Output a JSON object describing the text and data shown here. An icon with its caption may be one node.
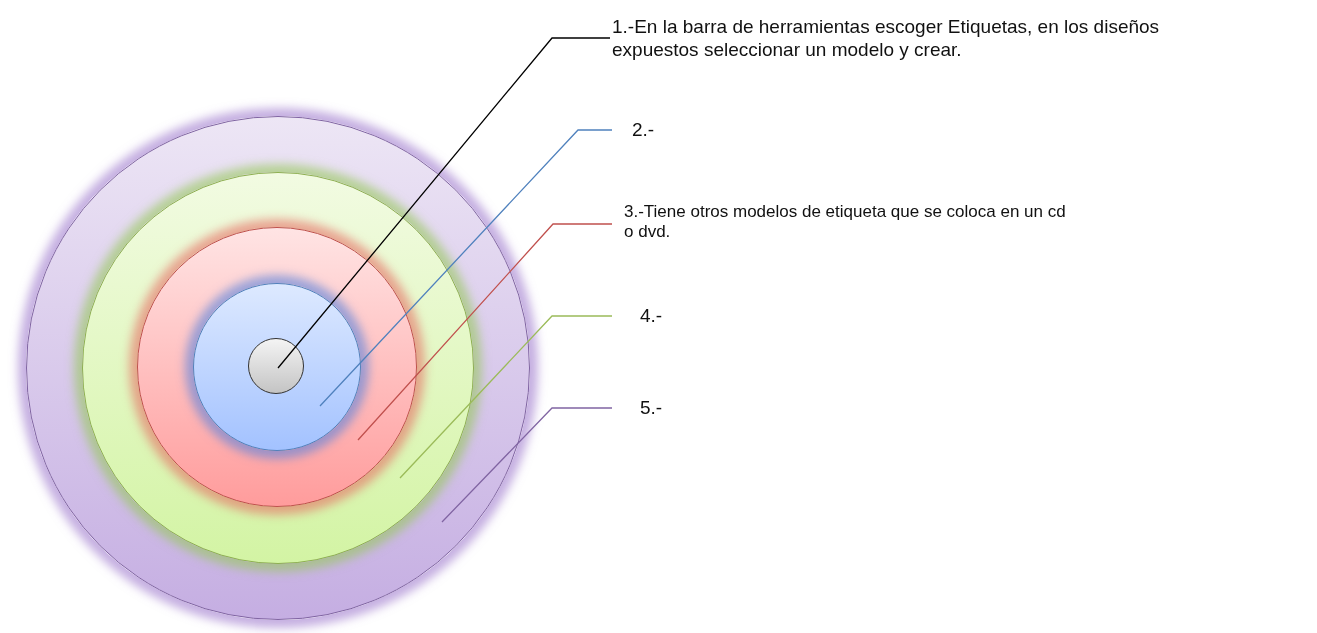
{
  "diagram": {
    "nodes": [
      {
        "text": [],
        "shape": "circle"
      },
      {
        "text": [],
        "shape": "circle",
        "in": 0
      },
      {
        "text": [],
        "shape": "circle",
        "in": 1
      },
      {
        "text": [],
        "shape": "circle",
        "in": 2
      },
      {
        "text": [],
        "shape": "circle",
        "in": 3
      },
      {
        "text": [
          "1.-En la barra de herramientas escoger Etiquetas, en los diseños expuestos seleccionar un modelo y crear."
        ]
      },
      {
        "text": [
          "2.-"
        ]
      },
      {
        "text": [
          "3.-Tiene otros modelos de etiqueta que se coloca en un cd o dvd."
        ]
      },
      {
        "text": [
          "4.-"
        ]
      },
      {
        "text": [
          "5.-"
        ]
      }
    ],
    "edges": [
      {
        "from": 5,
        "to": 4,
        "arrow": "none",
        "color": "#000000"
      },
      {
        "from": 6,
        "to": 3,
        "arrow": "none",
        "color": "#4f81bd"
      },
      {
        "from": 7,
        "to": 2,
        "arrow": "none",
        "color": "#c0504d"
      },
      {
        "from": 8,
        "to": 1,
        "arrow": "none",
        "color": "#9bbb59"
      },
      {
        "from": 9,
        "to": 0,
        "arrow": "none",
        "color": "#8064a2"
      }
    ]
  }
}
